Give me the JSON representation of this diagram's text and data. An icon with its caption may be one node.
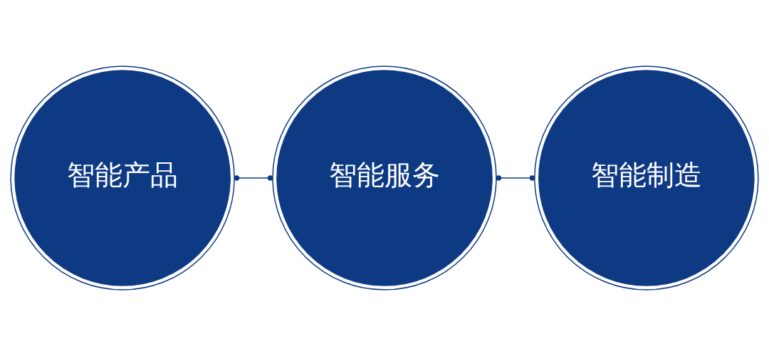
{
  "diagram": {
    "nodes": [
      {
        "text": [
          "智能产品"
        ]
      },
      {
        "text": [
          "智能服务"
        ]
      },
      {
        "text": [
          "智能制造"
        ]
      }
    ],
    "edges": [
      {
        "from": 0,
        "to": 1,
        "arrow": "other"
      },
      {
        "from": 1,
        "to": 2,
        "arrow": "other"
      }
    ]
  }
}
